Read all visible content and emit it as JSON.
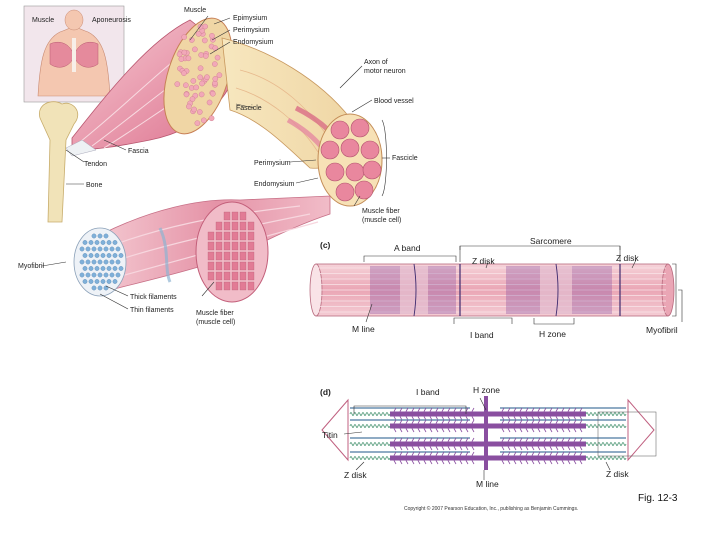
{
  "labels": {
    "muscle": "Muscle",
    "aponeurosis": "Aponeurosis",
    "muscle_top": "Muscle",
    "epimysium": "Epimysium",
    "perimysium": "Perimysium",
    "endomysium": "Endomysium",
    "axon_line1": "Axon of",
    "axon_line2": "motor neuron",
    "fascicle": "Fascicle",
    "blood_vessel": "Blood vessel",
    "fascia": "Fascia",
    "tendon": "Tendon",
    "bone": "Bone",
    "perimysium2": "Perimysium",
    "endomysium2": "Endomysium",
    "fascicle2": "Fascicle",
    "muscle_fiber_line1": "Muscle fiber",
    "muscle_fiber_line2": "(muscle cell)",
    "myofibril_left": "Myofibril",
    "thick_filaments": "Thick filaments",
    "thin_filaments": "Thin filaments",
    "muscle_fiber2_line1": "Muscle fiber",
    "muscle_fiber2_line2": "(muscle cell)"
  },
  "panel_c": {
    "tag": "(c)",
    "a_band": "A band",
    "sarcomere": "Sarcomere",
    "z_disk_1": "Z disk",
    "z_disk_2": "Z disk",
    "m_line": "M line",
    "i_band": "I band",
    "h_zone": "H zone",
    "myofibril": "Myofibril"
  },
  "panel_d": {
    "tag": "(d)",
    "i_band": "I band",
    "h_zone": "H zone",
    "titin": "Titin",
    "z_disk_left": "Z disk",
    "z_disk_right": "Z disk",
    "m_line": "M line"
  },
  "figure_label": "Fig. 12-3",
  "copyright": "Copyright © 2007 Pearson Education, Inc., publishing as Benjamin Cummings.",
  "colors": {
    "muscle_pink": "#e88aa0",
    "muscle_light": "#f4c2cc",
    "bone": "#f1e3b8",
    "thick_filament": "#8a4fa0",
    "thin_filament": "#6a8fb0",
    "titin": "#3f8f6a"
  }
}
